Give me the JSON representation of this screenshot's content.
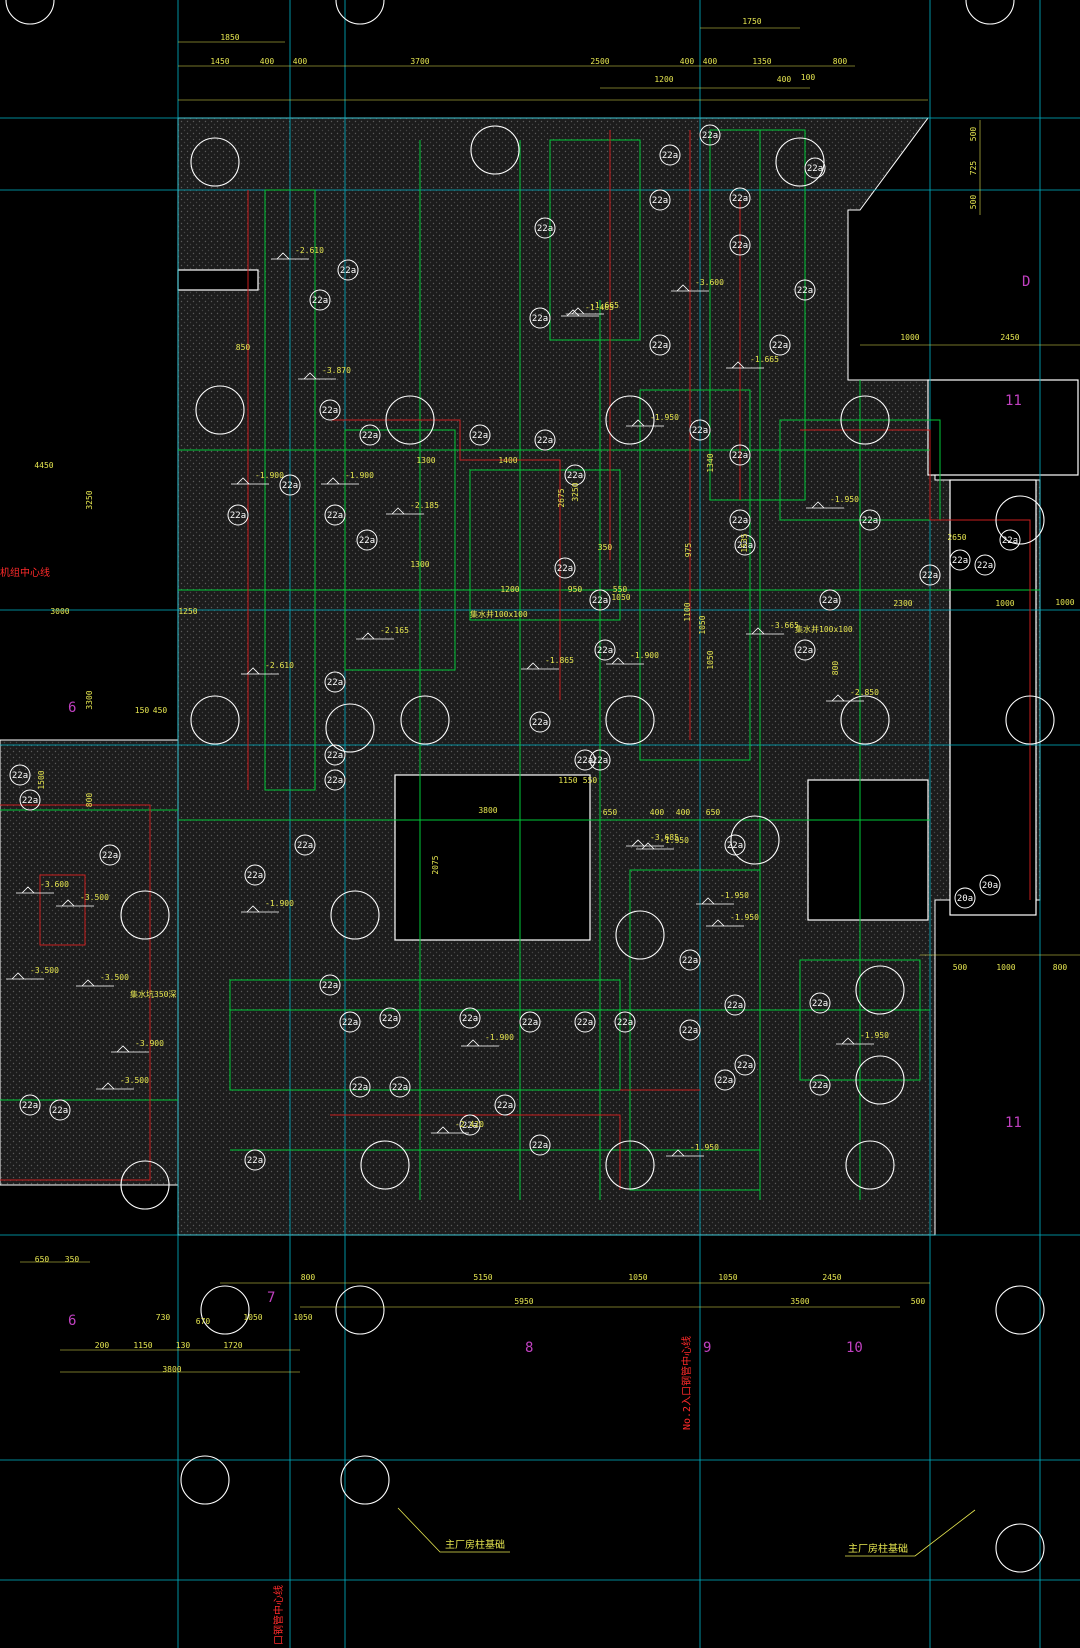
{
  "colors": {
    "background": "#000000",
    "hatch": "#2b2b2b",
    "outline": "#ffffff",
    "beam": "#00c838",
    "rebar": "#c81e1e",
    "grid_axis": "#00b4c8",
    "dim": "#e6e650",
    "label": "#c040c0",
    "pile": "#ffffff",
    "note": "#ff2a2a"
  },
  "axis_labels": {
    "a6_upper": "6",
    "a6_lower": "6",
    "a7": "7",
    "a8": "8",
    "a9": "9",
    "a10": "10",
    "a11_upper": "11",
    "a11_lower": "11",
    "D": "D"
  },
  "notes": {
    "unit_centerline": "机组中心线",
    "no2_centerline": "No.2入口钢管中心线",
    "bottom_centerline": "口钢管中心线",
    "main_house_left": "主厂房柱基础",
    "main_house_right": "主厂房柱基础",
    "pump_well_a": "集水井100x100",
    "pump_well_b": "集水井100x100",
    "sump_note": "集水坑350深"
  },
  "pile_tag": "22a",
  "pile_tag_alt": "20a",
  "dims_top": [
    "1850",
    "1450",
    "400",
    "400",
    "3700",
    "2500",
    "400",
    "400",
    "1350",
    "800",
    "1750",
    "1200",
    "400",
    "100"
  ],
  "dims_bottom": [
    "800",
    "5150",
    "1050",
    "1050",
    "2450",
    "5950",
    "3500",
    "500",
    "730",
    "670",
    "1050",
    "1050",
    "200",
    "1150",
    "130",
    "1720",
    "3800",
    "650",
    "350"
  ],
  "dims_left": [
    "4450",
    "3250",
    "3000",
    "3300",
    "1250",
    "150",
    "450",
    "800",
    "850",
    "1500"
  ],
  "dims_right": [
    "500",
    "725",
    "500",
    "1000",
    "2450",
    "1000",
    "2650",
    "2300",
    "1000",
    "500",
    "1000",
    "800"
  ],
  "dims_center": [
    "3800",
    "2075",
    "1300",
    "1400",
    "1300",
    "3250",
    "2675",
    "1200",
    "950",
    "550",
    "350",
    "1050",
    "1100",
    "800",
    "650",
    "400",
    "400",
    "650",
    "1150",
    "550",
    "1050",
    "1050",
    "1340",
    "1535",
    "975"
  ],
  "levels": [
    "-2.610",
    "-3.870",
    "-1.900",
    "-1.900",
    "-2.185",
    "-2.165",
    "-2.610",
    "-1.665",
    "-3.600",
    "-1.950",
    "-1.665",
    "-1.950",
    "-3.665",
    "-2.850",
    "-3.685",
    "-1.950",
    "-1.950",
    "-1.950",
    "-1.900",
    "-2.420",
    "-1.950",
    "-1.950",
    "-3.600",
    "-3.500",
    "-3.500",
    "-3.500",
    "-3.500",
    "-3.900",
    "-1.900",
    "-1.865",
    "-1.900",
    "-1.465"
  ]
}
